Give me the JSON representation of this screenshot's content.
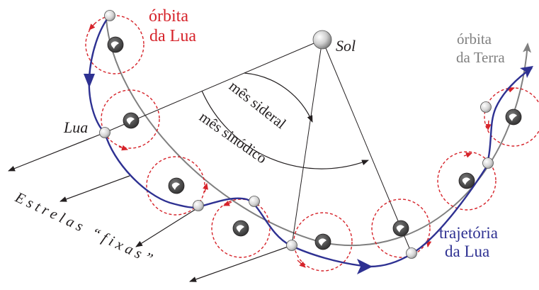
{
  "labels": {
    "lunar_orbit": [
      "órbita",
      "da Lua"
    ],
    "sun": "Sol",
    "earth_orbit": [
      "órbita",
      "da Terra"
    ],
    "moon": "Lua",
    "sidereal_month": "mês sideral",
    "synodic_month": "mês sinódico",
    "moon_path": [
      "trajetória",
      "da Lua"
    ],
    "fixed_stars": "Estrelas “fixas”"
  },
  "colors": {
    "red": "#d6232a",
    "blue": "#2e3192",
    "gray": "#808080",
    "black": "#231f20"
  }
}
